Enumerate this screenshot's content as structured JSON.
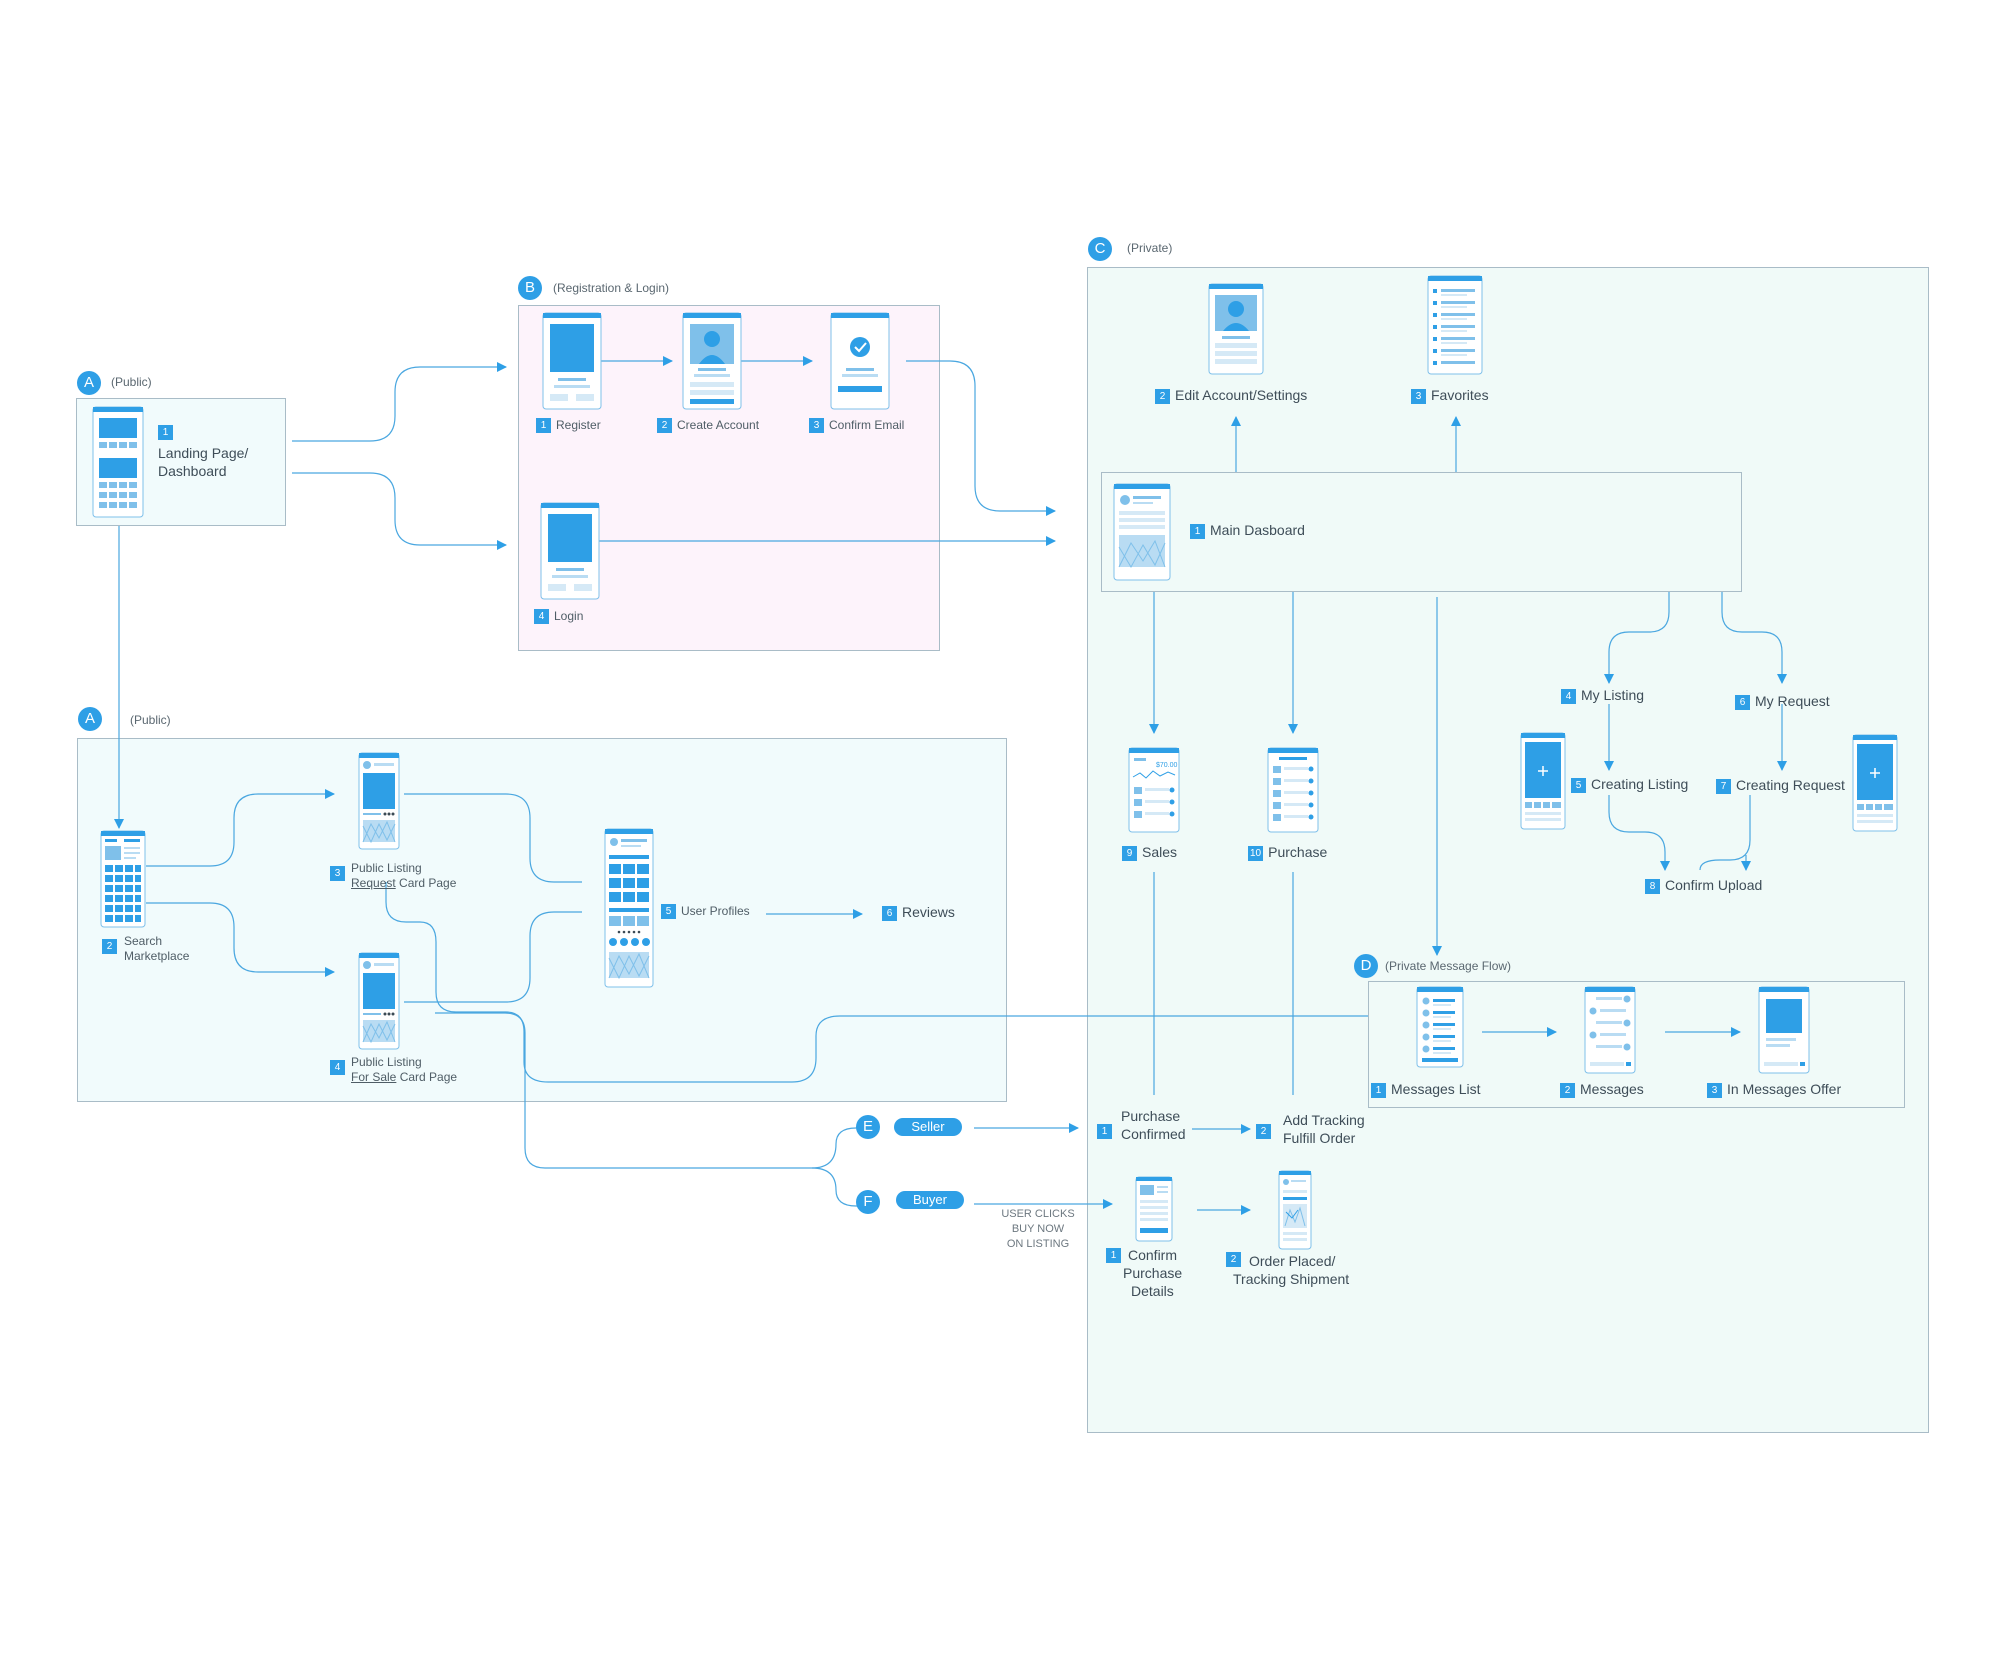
{
  "groups": {
    "a_top": {
      "letter": "A",
      "title": "(Public)"
    },
    "b": {
      "letter": "B",
      "title": "(Registration & Login)"
    },
    "c": {
      "letter": "C",
      "title": "(Private)"
    },
    "a_bottom": {
      "letter": "A",
      "title": "(Public)"
    },
    "d": {
      "letter": "D",
      "title": "(Private Message Flow)"
    }
  },
  "screens": {
    "landing": {
      "num": "1",
      "line1": "Landing Page/",
      "line2": "Dashboard"
    },
    "register": {
      "num": "1",
      "label": "Register"
    },
    "create_account": {
      "num": "2",
      "label": "Create Account"
    },
    "confirm_email": {
      "num": "3",
      "label": "Confirm Email"
    },
    "login": {
      "num": "4",
      "label": "Login"
    },
    "edit_account": {
      "num": "2",
      "label": "Edit Account/Settings"
    },
    "favorites": {
      "num": "3",
      "label": "Favorites"
    },
    "main_dashboard": {
      "num": "1",
      "label": "Main Dasboard"
    },
    "my_listing": {
      "num": "4",
      "label": "My Listing"
    },
    "my_request": {
      "num": "6",
      "label": "My Request"
    },
    "creating_listing": {
      "num": "5",
      "label": "Creating Listing"
    },
    "creating_request": {
      "num": "7",
      "label": "Creating Request"
    },
    "confirm_upload": {
      "num": "8",
      "label": "Confirm Upload"
    },
    "sales": {
      "num": "9",
      "label": "Sales",
      "price": "$70.00"
    },
    "purchase": {
      "num": "10",
      "label": "Purchase"
    },
    "search": {
      "num": "2",
      "line1": "Search",
      "line2": "Marketplace"
    },
    "request_card": {
      "num": "3",
      "line1": "Public Listing",
      "line2_u": "Request",
      "line2_rest": " Card Page"
    },
    "sale_card": {
      "num": "4",
      "line1": "Public Listing",
      "line2_u": "For Sale",
      "line2_rest": " Card Page"
    },
    "user_profiles": {
      "num": "5",
      "label": "User Profiles"
    },
    "reviews": {
      "num": "6",
      "label": "Reviews"
    },
    "messages_list": {
      "num": "1",
      "label": "Messages List"
    },
    "messages": {
      "num": "2",
      "label": "Messages"
    },
    "messages_offer": {
      "num": "3",
      "label": "In Messages Offer"
    },
    "purchase_confirmed": {
      "num": "1",
      "line1": "Purchase",
      "line2": "Confirmed"
    },
    "add_tracking": {
      "num": "2",
      "line1": "Add Tracking",
      "line2": "Fulfill Order"
    },
    "confirm_purchase": {
      "num": "1",
      "line1": "Confirm",
      "line2": "Purchase",
      "line3": "Details"
    },
    "order_placed": {
      "num": "2",
      "line1": "Order Placed/",
      "line2": "Tracking Shipment"
    }
  },
  "roles": {
    "seller": {
      "letter": "E",
      "label": "Seller"
    },
    "buyer": {
      "letter": "F",
      "label": "Buyer"
    }
  },
  "notes": {
    "buy_now": [
      "USER CLICKS",
      "BUY NOW",
      "ON LISTING"
    ]
  },
  "colors": {
    "accent": "#2e9fe6",
    "line": "#4aa7e0",
    "border": "#a9bcc7"
  }
}
